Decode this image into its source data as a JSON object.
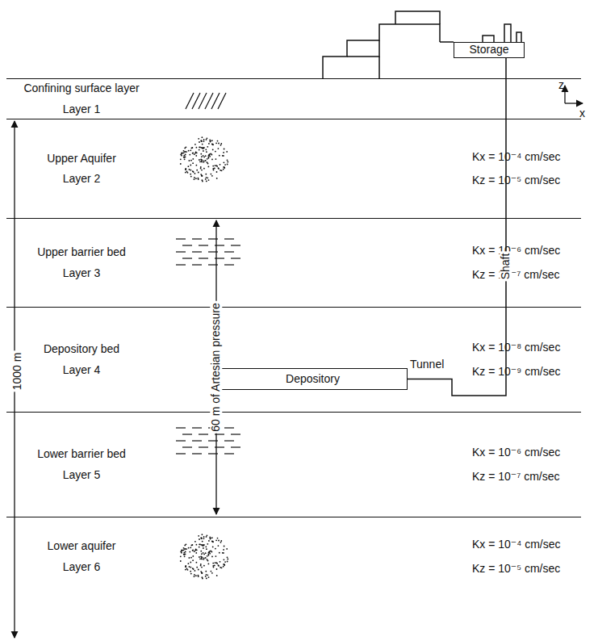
{
  "diagram": {
    "nodes": [
      {
        "text": [
          "Storage"
        ]
      },
      {
        "text": [
          "Confining surface layer",
          "Layer 1"
        ]
      },
      {
        "text": [
          "Upper Aquifer",
          "Layer 2",
          "Kx = 10⁻⁴ cm/sec",
          "Kz = 10⁻⁵ cm/sec"
        ]
      },
      {
        "text": [
          "Upper barrier bed",
          "Layer 3",
          "Kx = 10⁻⁶ cm/sec",
          "Kz = 10⁻⁷ cm/sec"
        ]
      },
      {
        "text": [
          "Depository bed",
          "Layer 4",
          "Kx = 10⁻⁸ cm/sec",
          "Kz = 10⁻⁹ cm/sec"
        ]
      },
      {
        "text": [
          "Depository"
        ],
        "in": 4
      },
      {
        "text": [
          "Lower barrier bed",
          "Layer 5",
          "Kx = 10⁻⁶ cm/sec",
          "Kz = 10⁻⁷ cm/sec"
        ]
      },
      {
        "text": [
          "Lower aquifer",
          "Layer 6",
          "Kx = 10⁻⁴ cm/sec",
          "Kz = 10⁻⁵ cm/sec"
        ]
      }
    ],
    "edges": [
      {
        "from": 0,
        "to": 5,
        "arrow": "none",
        "label": "Shaft"
      }
    ],
    "labels": [
      "1000 m",
      "60 m of Artesian pressure",
      "Tunnel",
      "z",
      "x"
    ]
  }
}
